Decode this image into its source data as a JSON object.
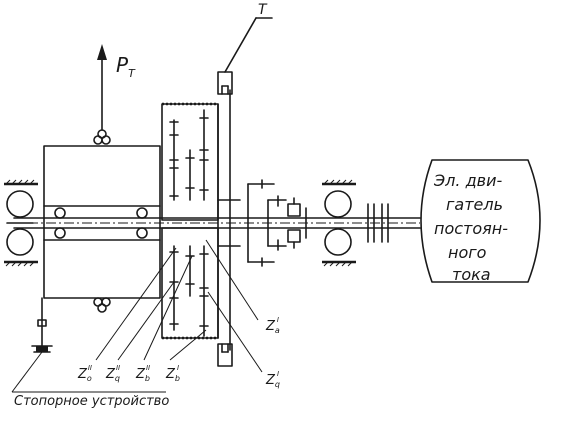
{
  "motor": {
    "lines": [
      "Эл. дви-",
      "гатель",
      "постоян-",
      "ного",
      "тока"
    ]
  },
  "force_label": {
    "main": "P",
    "sub": "T"
  },
  "top_label": "T",
  "gear_labels": [
    {
      "id": "zo2",
      "main": "Z",
      "sub": "o",
      "sup": "II"
    },
    {
      "id": "zq2",
      "main": "Z",
      "sub": "q",
      "sup": "II"
    },
    {
      "id": "zb2",
      "main": "Z",
      "sub": "b",
      "sup": "II"
    },
    {
      "id": "zb1",
      "main": "Z",
      "sub": "b",
      "sup": "I"
    },
    {
      "id": "za1",
      "main": "Z",
      "sub": "a",
      "sup": "I"
    },
    {
      "id": "zq1",
      "main": "Z",
      "sub": "q",
      "sup": "I"
    }
  ],
  "stop_device_label": "Стопорное устройство"
}
